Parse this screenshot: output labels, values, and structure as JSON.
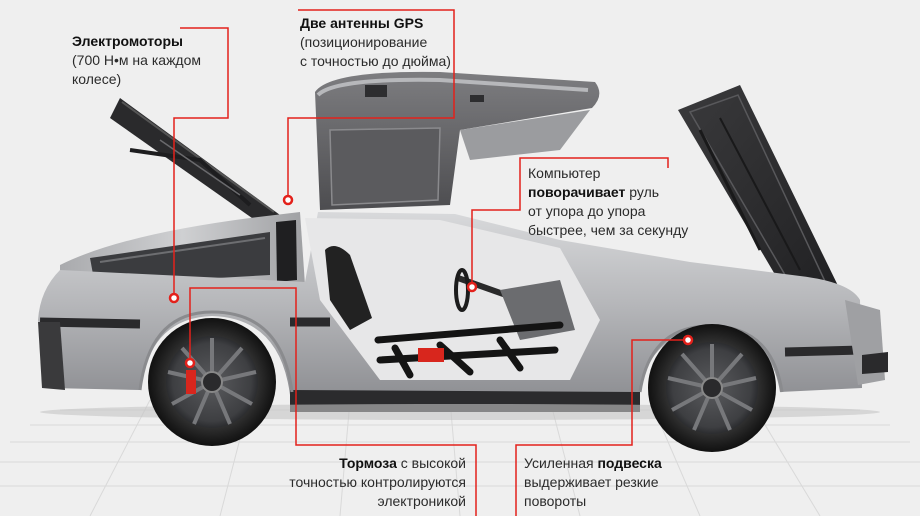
{
  "colors": {
    "background": "#efefef",
    "leader": "#e3211b",
    "body_steel": "#b9babd",
    "dark_trim": "#2c2c2e",
    "interior": "#474747",
    "rollcage": "#1a1a1a",
    "brake_accent": "#e3211b"
  },
  "callouts": {
    "motors": {
      "bold": "Электромоторы",
      "line2": "(700 Н•м на каждом",
      "line3": "колесе)"
    },
    "gps": {
      "bold": "Две антенны GPS",
      "line2": "(позиционирование",
      "line3": "с точностью до дюйма)"
    },
    "steering": {
      "line1_plain": "Компьютер",
      "line2_bold": "поворачивает",
      "line2_rest": " руль",
      "line3": "от упора до упора",
      "line4": "быстрее, чем за секунду"
    },
    "brakes": {
      "line1_bold": "Тормоза",
      "line1_rest": " с высокой",
      "line2": "точностью контролируются",
      "line3": "электроникой"
    },
    "suspension": {
      "line1_plain": "Усиленная ",
      "line1_bold": "подвеска",
      "line2": "выдерживает резкие",
      "line3": "повороты"
    }
  }
}
